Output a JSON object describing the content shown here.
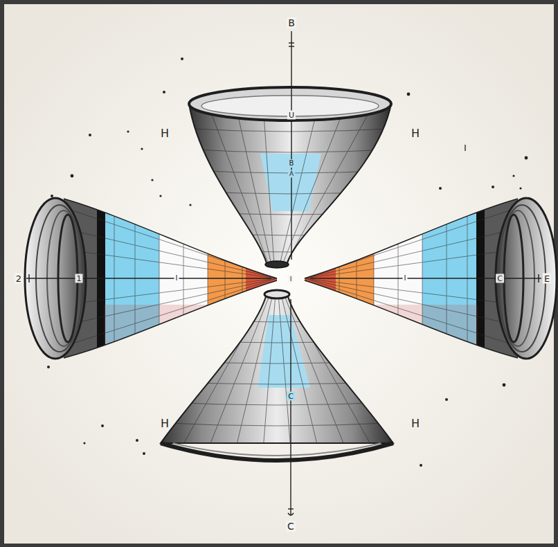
{
  "diagram": {
    "labels": [
      "B",
      "U",
      "B",
      "A",
      "2",
      "1",
      "I",
      "I",
      "I",
      "C",
      "E",
      "C",
      "C",
      "H",
      "H",
      "I",
      "H",
      "H"
    ]
  }
}
